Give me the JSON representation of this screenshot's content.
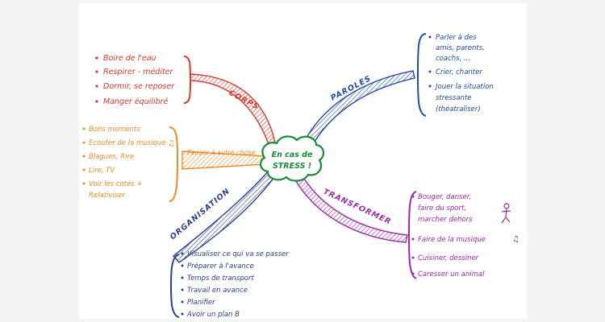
{
  "center": {
    "line1": "En cas de",
    "line2": "STRESS !"
  },
  "branches": {
    "corps": {
      "label": "CORPS",
      "color": "#d93a2b",
      "items": [
        "Boire de l'eau",
        "Respirer - méditer",
        "Dormir, se reposer",
        "Manger équilibré"
      ]
    },
    "penser": {
      "label": "Penser à autre chose",
      "color": "#ee8a26",
      "items": [
        "Bons moments",
        "Ecouter de la musique",
        "Blagues, Rire",
        "Lire, TV",
        "Voir les cotés +",
        "Relativiser"
      ]
    },
    "organisation": {
      "label": "ORGANISATION",
      "color": "#2a3f8f",
      "items": [
        "Visualiser ce qui va se passer",
        "Préparer à l'avance",
        "Temps de transport",
        "Travail en avance",
        "Planifier",
        "Avoir un plan B"
      ]
    },
    "paroles": {
      "label": "PAROLES",
      "color": "#1f4aa5",
      "items": [
        [
          "Parler à des",
          "amis, parents,",
          "coachs, ..."
        ],
        [
          "Crier, chanter"
        ],
        [
          "Jouer la situation",
          "stressante",
          "(théatraliser)"
        ]
      ]
    },
    "transformer": {
      "label": "TRANSFORMER",
      "color": "#9c2aa8",
      "items": [
        [
          "Bouger, danser,",
          "faire du sport,",
          "marcher dehors"
        ],
        [
          "Faire de la musique"
        ],
        [
          "Cuisiner, dessiner"
        ],
        [
          "Caresser un animal"
        ]
      ]
    }
  },
  "colors": {
    "center": "#1d8a3b"
  },
  "icons": {
    "music": "music-note-icon",
    "stick_figure": "stick-figure-icon"
  }
}
